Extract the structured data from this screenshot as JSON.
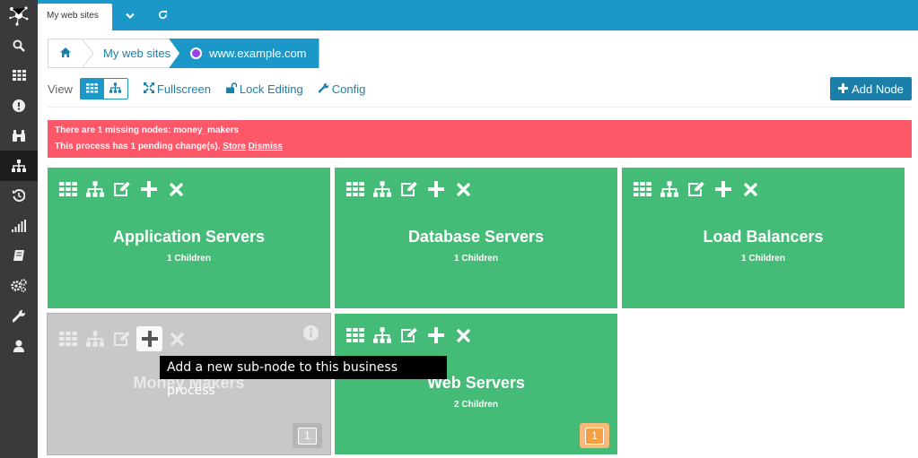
{
  "topbar": {
    "tab_label": "My web sites"
  },
  "breadcrumb": {
    "sites_label": "My web sites",
    "current_label": "www.example.com"
  },
  "controls": {
    "view_label": "View",
    "fullscreen_label": "Fullscreen",
    "lock_label": "Lock Editing",
    "config_label": "Config",
    "add_node_label": "Add Node"
  },
  "alert": {
    "missing_text": "There are 1 missing nodes: money_makers",
    "pending_text": "This process has 1 pending change(s).",
    "store_label": "Store",
    "dismiss_label": "Dismiss"
  },
  "tiles": [
    {
      "title": "Application Servers",
      "subtitle": "1 Children",
      "state": "ok"
    },
    {
      "title": "Database Servers",
      "subtitle": "1 Children",
      "state": "ok"
    },
    {
      "title": "Load Balancers",
      "subtitle": "1 Children",
      "state": "ok"
    },
    {
      "title": "Money Makers",
      "subtitle": "",
      "state": "unknown",
      "badge": "1"
    },
    {
      "title": "Web Servers",
      "subtitle": "2 Children",
      "state": "ok",
      "badge": "1"
    }
  ],
  "tooltip": {
    "text": "Add a new sub-node to this business process"
  },
  "colors": {
    "brand": "#1b98c7",
    "ok": "#44bb77",
    "unknown": "#c8c8c8",
    "critical": "#fc5869",
    "warning": "#f5a043",
    "sidebar": "#3a3a3a"
  },
  "sidebar_icons": [
    "logo-icon",
    "search-icon",
    "dashboard-icon",
    "problems-icon",
    "overview-icon",
    "business-process-icon",
    "history-icon",
    "reporting-icon",
    "documentation-icon",
    "system-icon",
    "configuration-icon",
    "user-icon"
  ]
}
